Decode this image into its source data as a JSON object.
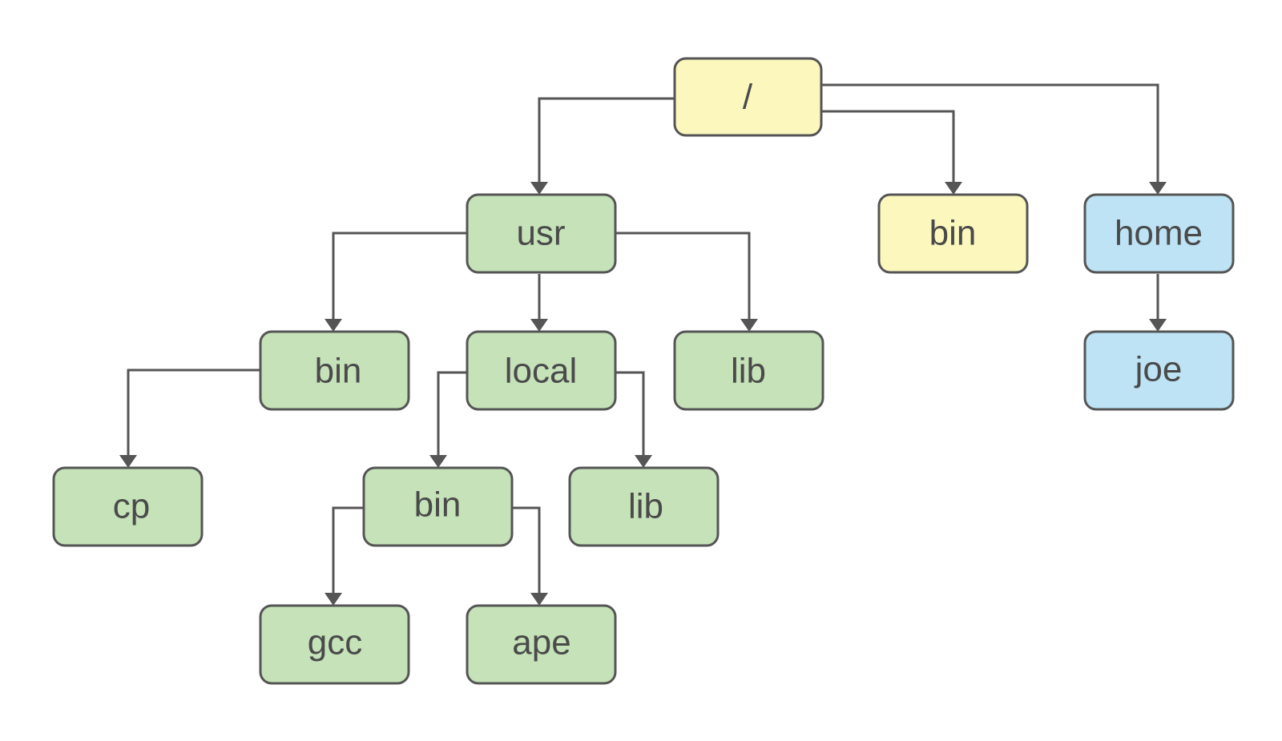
{
  "palette": {
    "system": "#fbf7bd",
    "user_tree": "#c5e2b8",
    "home_tree": "#bde3f5",
    "outline": "#555555",
    "text": "#4a4a4a"
  },
  "nodes": {
    "root": {
      "label": "/",
      "group": "system"
    },
    "usr": {
      "label": "usr",
      "group": "user_tree"
    },
    "bin_top": {
      "label": "bin",
      "group": "system"
    },
    "home": {
      "label": "home",
      "group": "home_tree"
    },
    "usr_bin": {
      "label": "bin",
      "group": "user_tree"
    },
    "usr_local": {
      "label": "local",
      "group": "user_tree"
    },
    "usr_lib": {
      "label": "lib",
      "group": "user_tree"
    },
    "joe": {
      "label": "joe",
      "group": "home_tree"
    },
    "cp": {
      "label": "cp",
      "group": "user_tree"
    },
    "local_bin": {
      "label": "bin",
      "group": "user_tree"
    },
    "local_lib": {
      "label": "lib",
      "group": "user_tree"
    },
    "gcc": {
      "label": "gcc",
      "group": "user_tree"
    },
    "ape": {
      "label": "ape",
      "group": "user_tree"
    }
  },
  "edges": [
    {
      "from": "root",
      "to": "usr"
    },
    {
      "from": "root",
      "to": "bin_top"
    },
    {
      "from": "root",
      "to": "home"
    },
    {
      "from": "usr",
      "to": "usr_bin"
    },
    {
      "from": "usr",
      "to": "usr_local"
    },
    {
      "from": "usr",
      "to": "usr_lib"
    },
    {
      "from": "home",
      "to": "joe"
    },
    {
      "from": "usr_bin",
      "to": "cp"
    },
    {
      "from": "usr_local",
      "to": "local_bin"
    },
    {
      "from": "usr_local",
      "to": "local_lib"
    },
    {
      "from": "local_bin",
      "to": "gcc"
    },
    {
      "from": "local_bin",
      "to": "ape"
    }
  ]
}
